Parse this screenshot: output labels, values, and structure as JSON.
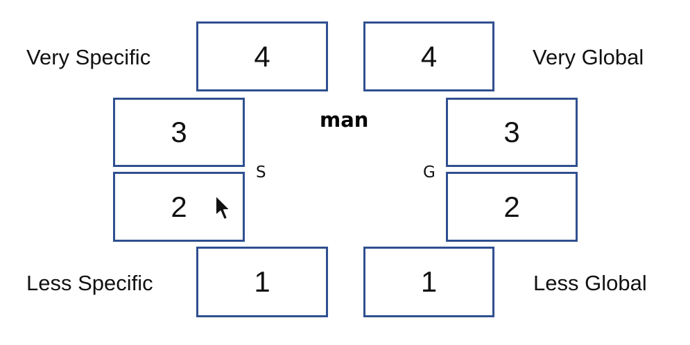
{
  "center_word": "man",
  "specific": {
    "axis_letter": "S",
    "top_label": "Very Specific",
    "bottom_label": "Less Specific",
    "levels": [
      "4",
      "3",
      "2",
      "1"
    ]
  },
  "global": {
    "axis_letter": "G",
    "top_label": "Very Global",
    "bottom_label": "Less Global",
    "levels": [
      "4",
      "3",
      "2",
      "1"
    ]
  },
  "colors": {
    "box_border": "#2f4f8f",
    "text": "#111111"
  },
  "icons": {
    "pointer": "mouse-pointer-icon"
  }
}
